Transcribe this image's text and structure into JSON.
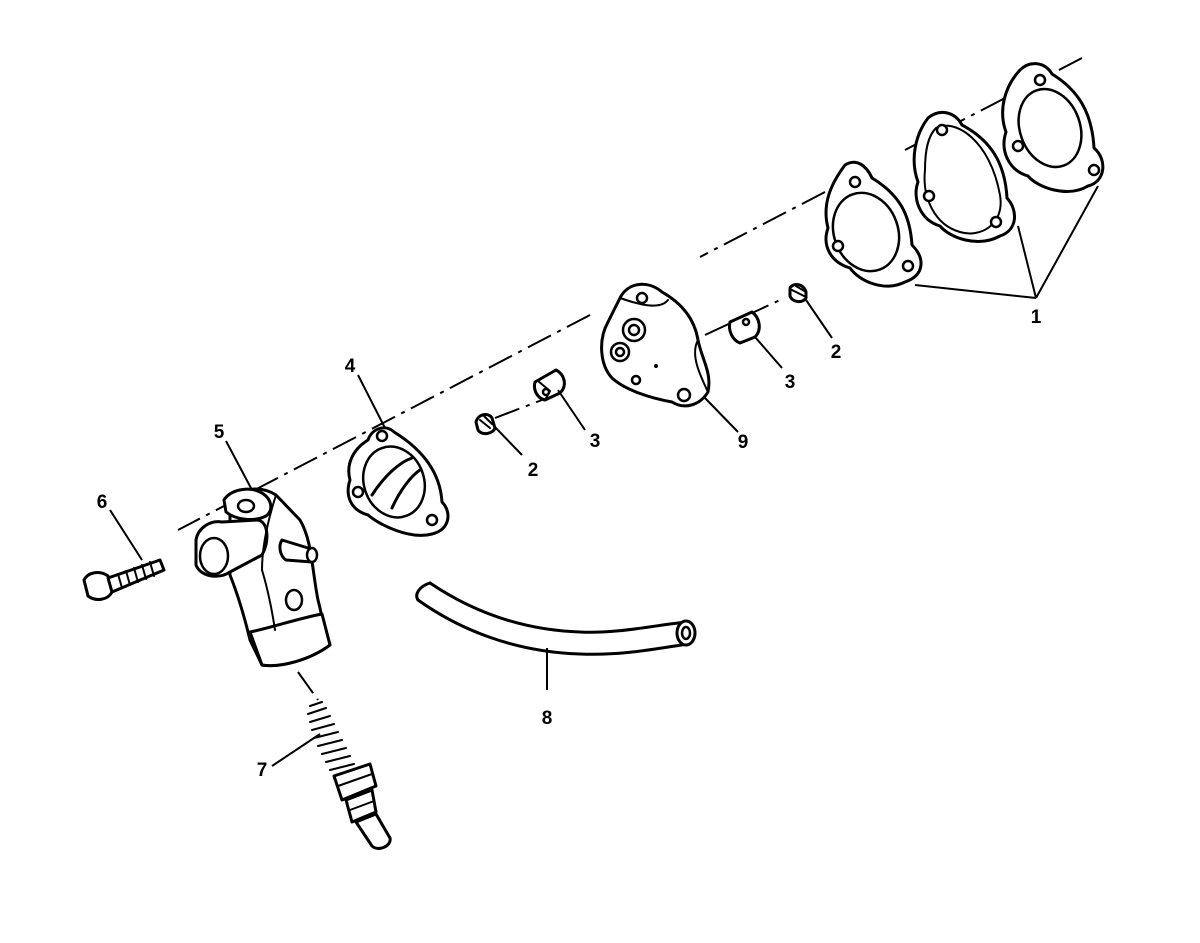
{
  "callouts": {
    "c1": "1",
    "c2a": "2",
    "c2b": "2",
    "c3a": "3",
    "c3b": "3",
    "c4": "4",
    "c5": "5",
    "c6": "6",
    "c7": "7",
    "c8": "8",
    "c9": "9"
  }
}
